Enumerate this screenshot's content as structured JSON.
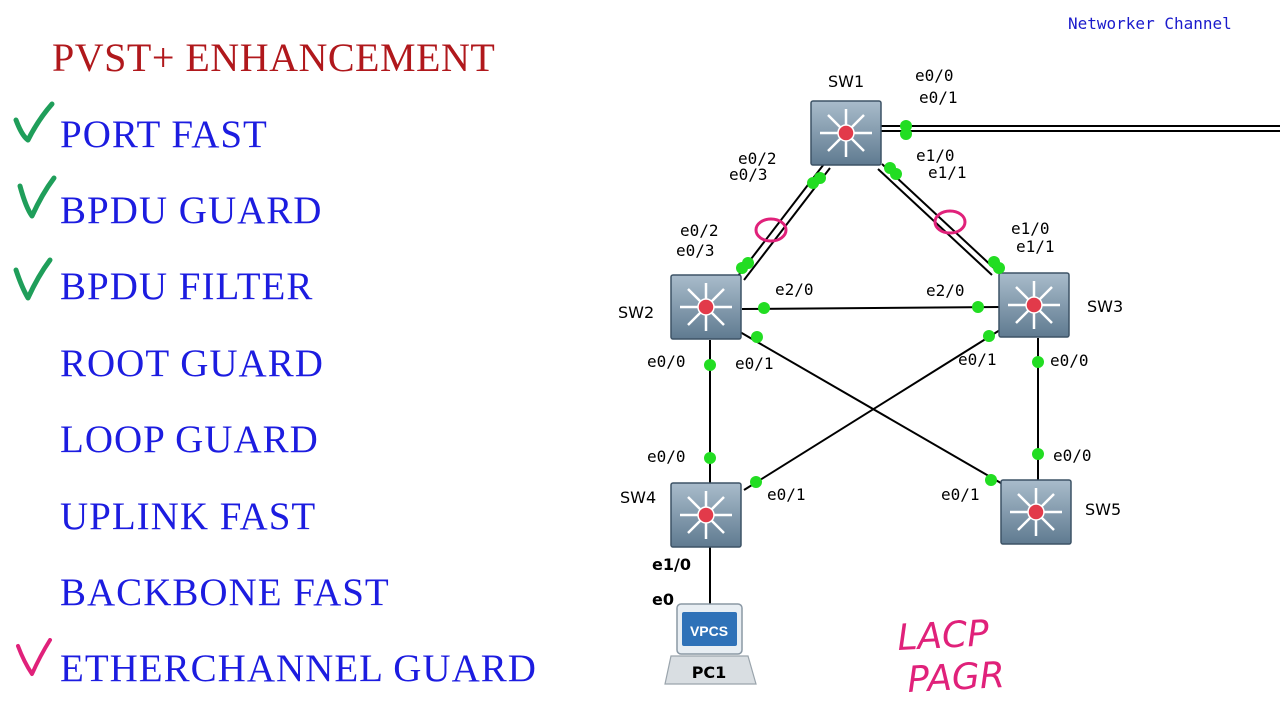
{
  "channel": "Networker Channel",
  "title": "PVST+ ENHANCEMENT",
  "features": [
    {
      "label": "PORT FAST",
      "checked": true
    },
    {
      "label": "BPDU GUARD",
      "checked": true
    },
    {
      "label": "BPDU FILTER",
      "checked": true
    },
    {
      "label": "ROOT GUARD",
      "checked": false
    },
    {
      "label": "LOOP GUARD",
      "checked": false
    },
    {
      "label": "UPLINK FAST",
      "checked": false
    },
    {
      "label": "BACKBONE FAST",
      "checked": false
    },
    {
      "label": "ETHERCHANNEL GUARD",
      "checked": true
    }
  ],
  "colors": {
    "title": "#b0181c",
    "item": "#1c1ce0",
    "check": "#1f9e5a",
    "check_pink": "#e0217a",
    "port_dot": "#22dd22",
    "switch": "#7d95a8"
  },
  "topology": {
    "switches": [
      "SW1",
      "SW2",
      "SW3",
      "SW4",
      "SW5"
    ],
    "pc": {
      "name": "PC1",
      "screen_text": "VPCS"
    },
    "ports": {
      "sw1_uplink_a": "e0/0",
      "sw1_uplink_b": "e0/1",
      "sw1_left_a": "e0/2",
      "sw1_left_b": "e0/3",
      "sw1_right_a": "e1/0",
      "sw1_right_b": "e1/1",
      "sw2_up_a": "e0/2",
      "sw2_up_b": "e0/3",
      "sw3_up_a": "e1/0",
      "sw3_up_b": "e1/1",
      "sw2_e20": "e2/0",
      "sw3_e20": "e2/0",
      "sw2_e00": "e0/0",
      "sw2_e01": "e0/1",
      "sw3_e01": "e0/1",
      "sw3_e00": "e0/0",
      "sw4_e00": "e0/0",
      "sw4_e01": "e0/1",
      "sw5_e01": "e0/1",
      "sw5_e00": "e0/0",
      "sw4_e10": "e1/0",
      "pc_e0": "e0"
    }
  },
  "annotation": {
    "line1": "LACP",
    "line2": "PAGR"
  }
}
